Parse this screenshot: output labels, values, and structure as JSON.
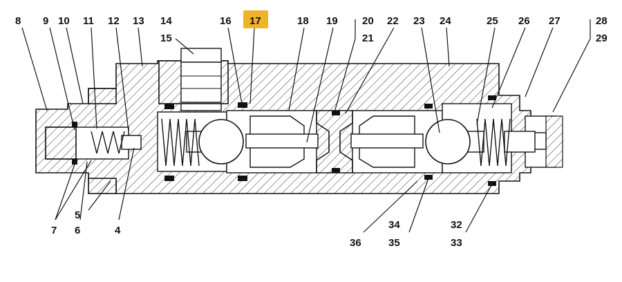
{
  "diagram": {
    "highlight_color": "#f0b429",
    "top_labels": [
      "8",
      "9",
      "10",
      "11",
      "12",
      "13",
      "14",
      "15",
      "16",
      "17",
      "18",
      "19",
      "20",
      "21",
      "22",
      "23",
      "24",
      "25",
      "26",
      "27",
      "28",
      "29"
    ],
    "bottom_labels": [
      "7",
      "6",
      "5",
      "4",
      "36",
      "34",
      "35",
      "32",
      "33"
    ],
    "highlighted_label": "17"
  }
}
